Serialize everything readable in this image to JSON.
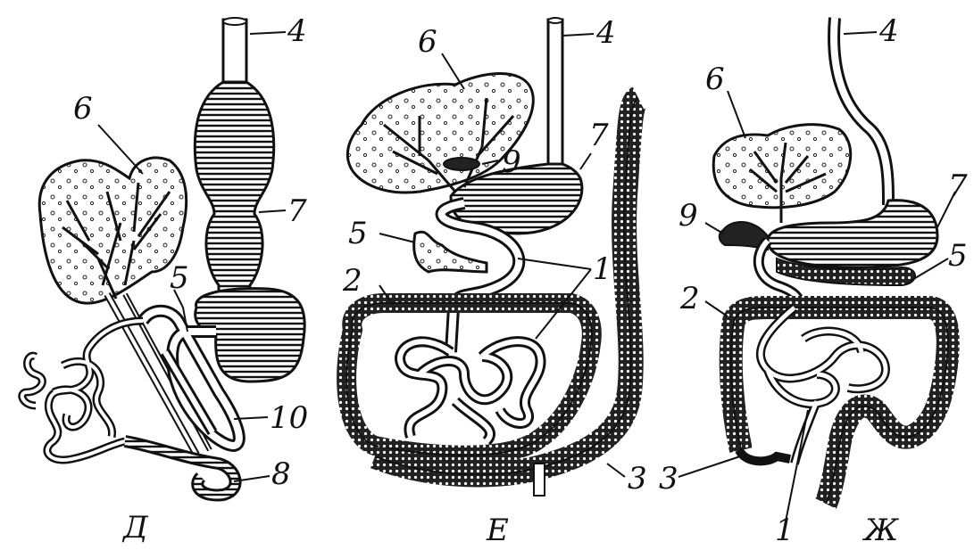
{
  "panels": [
    {
      "caption": "Д",
      "labels": {
        "l4": "4",
        "l6": "6",
        "l7": "7",
        "l5": "5",
        "l10": "10",
        "l8": "8"
      }
    },
    {
      "caption": "Е",
      "labels": {
        "l6": "6",
        "l4": "4",
        "l7": "7",
        "l9": "9",
        "l5": "5",
        "l1": "1",
        "l2": "2",
        "l3": "3"
      }
    },
    {
      "caption": "Ж",
      "labels": {
        "l4": "4",
        "l6": "6",
        "l7": "7",
        "l9": "9",
        "l5": "5",
        "l2": "2",
        "l3": "3",
        "l1": "1"
      }
    }
  ]
}
